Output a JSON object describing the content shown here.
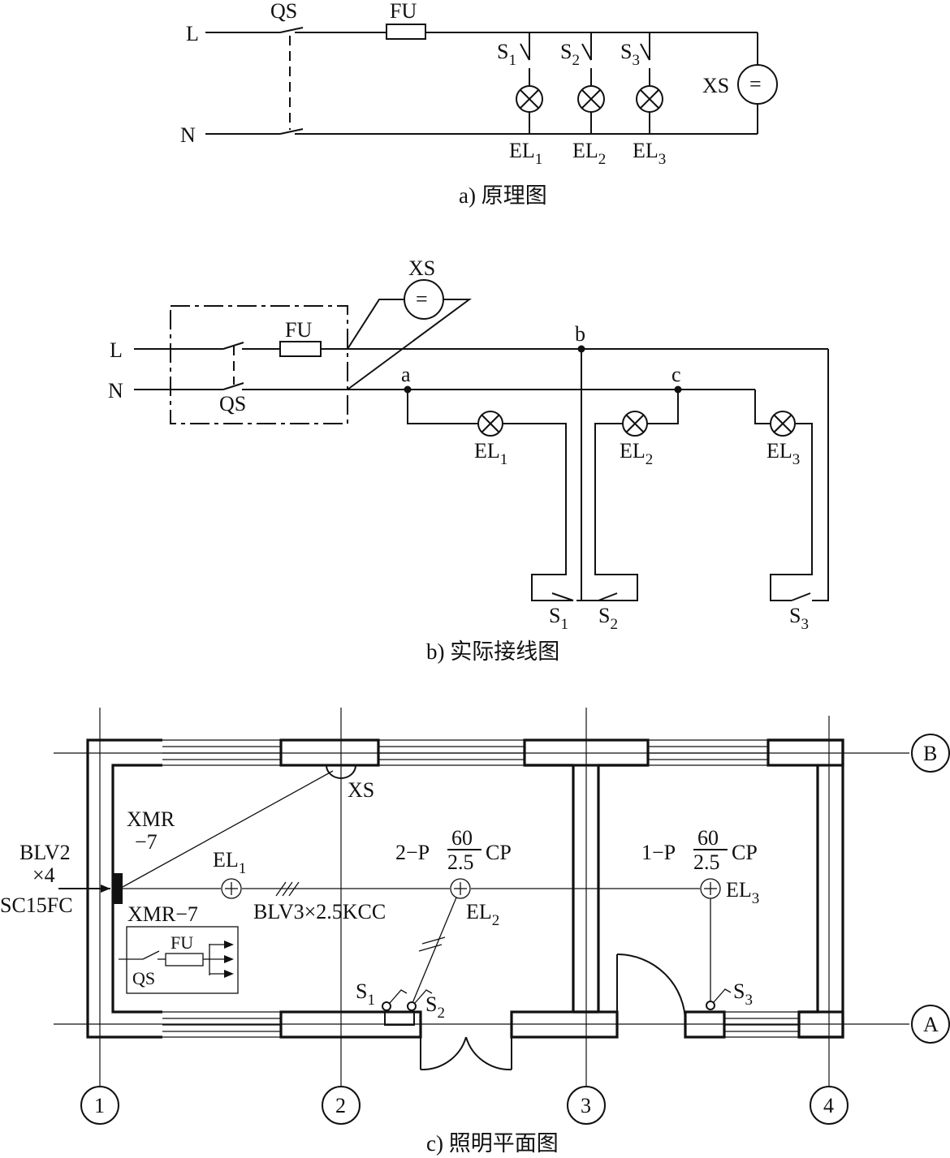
{
  "figure_a": {
    "caption": "a) 原理图",
    "line_L": "L",
    "line_N": "N",
    "qs": "QS",
    "fu": "FU",
    "socket": "XS",
    "socket_symbol": "=",
    "switches": [
      {
        "base": "S",
        "sub": "1"
      },
      {
        "base": "S",
        "sub": "2"
      },
      {
        "base": "S",
        "sub": "3"
      }
    ],
    "lamps": [
      {
        "base": "EL",
        "sub": "1"
      },
      {
        "base": "EL",
        "sub": "2"
      },
      {
        "base": "EL",
        "sub": "3"
      }
    ]
  },
  "figure_b": {
    "caption": "b) 实际接线图",
    "line_L": "L",
    "line_N": "N",
    "qs": "QS",
    "fu": "FU",
    "socket": "XS",
    "socket_symbol": "=",
    "node_a": "a",
    "node_b": "b",
    "node_c": "c",
    "lamps": [
      {
        "base": "EL",
        "sub": "1"
      },
      {
        "base": "EL",
        "sub": "2"
      },
      {
        "base": "EL",
        "sub": "3"
      }
    ],
    "switches": [
      {
        "base": "S",
        "sub": "1"
      },
      {
        "base": "S",
        "sub": "2"
      },
      {
        "base": "S",
        "sub": "3"
      }
    ]
  },
  "figure_c": {
    "caption": "c) 照明平面图",
    "axis_rows": [
      "B",
      "A"
    ],
    "axis_cols": [
      "1",
      "2",
      "3",
      "4"
    ],
    "feed_line1": "BLV2",
    "feed_line2": "×4",
    "feed_line3": "SC15FC",
    "panel_top_line1": "XMR",
    "panel_top_line2": "−7",
    "panel_label": "XMR−7",
    "panel_fu": "FU",
    "panel_qs": "QS",
    "socket": "XS",
    "wire_spec": "BLV3×2.5KCC",
    "room2_fixture_prefix": "2−P",
    "room3_fixture_prefix": "1−P",
    "fixture_num": "60",
    "fixture_den": "2.5",
    "fixture_suffix": "CP",
    "lamps": [
      {
        "base": "EL",
        "sub": "1"
      },
      {
        "base": "EL",
        "sub": "2"
      },
      {
        "base": "EL",
        "sub": "3"
      }
    ],
    "switches": [
      {
        "base": "S",
        "sub": "1"
      },
      {
        "base": "S",
        "sub": "2"
      },
      {
        "base": "S",
        "sub": "3"
      }
    ]
  }
}
